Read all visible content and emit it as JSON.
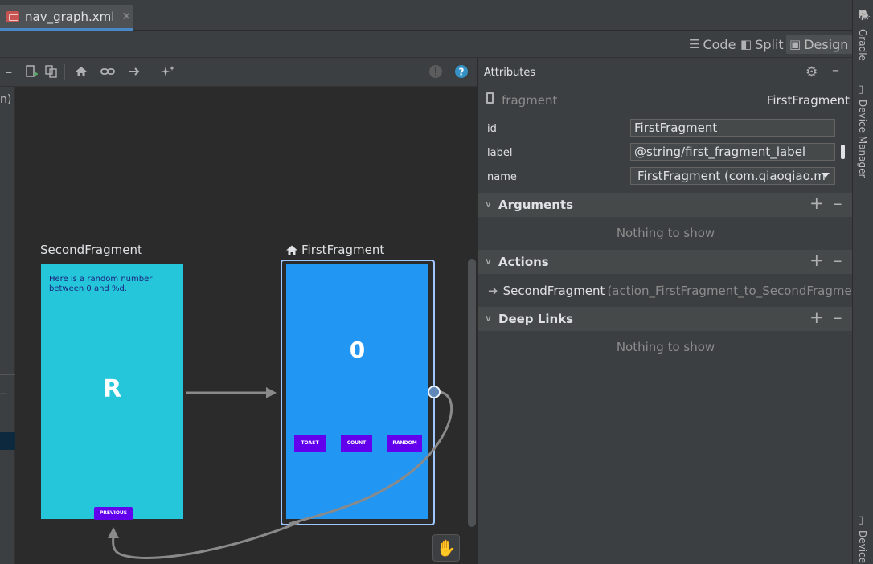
{
  "editor_tab": {
    "title": "nav_graph.xml",
    "close": "✕"
  },
  "view_modes": {
    "code": "Code",
    "split": "Split",
    "design": "Design"
  },
  "left_panel": {
    "cut_text": "n)"
  },
  "graph": {
    "second_fragment": {
      "label": "SecondFragment",
      "text": "Here is a random number between 0 and %d.",
      "big_text": "R",
      "button": "PREVIOUS"
    },
    "first_fragment": {
      "label": "FirstFragment",
      "big_text": "0",
      "buttons": [
        "TOAST",
        "COUNT",
        "RANDOM"
      ]
    }
  },
  "attributes": {
    "title": "Attributes",
    "element_kind": "fragment",
    "element_name": "FirstFragment",
    "props": [
      {
        "label": "id",
        "value": "FirstFragment"
      },
      {
        "label": "label",
        "value": "@string/first_fragment_label"
      },
      {
        "label": "name",
        "value": "FirstFragment (com.qiaoqiao.m"
      }
    ],
    "sections": {
      "arguments": {
        "title": "Arguments",
        "empty": "Nothing to show"
      },
      "actions": {
        "title": "Actions",
        "dest": "SecondFragment",
        "action_id": "(action_FirstFragment_to_SecondFragmer"
      },
      "deep_links": {
        "title": "Deep Links",
        "empty": "Nothing to show"
      }
    }
  },
  "side_tools": {
    "gradle": "Gradle",
    "device_manager": "Device Manager",
    "device": "Device"
  }
}
